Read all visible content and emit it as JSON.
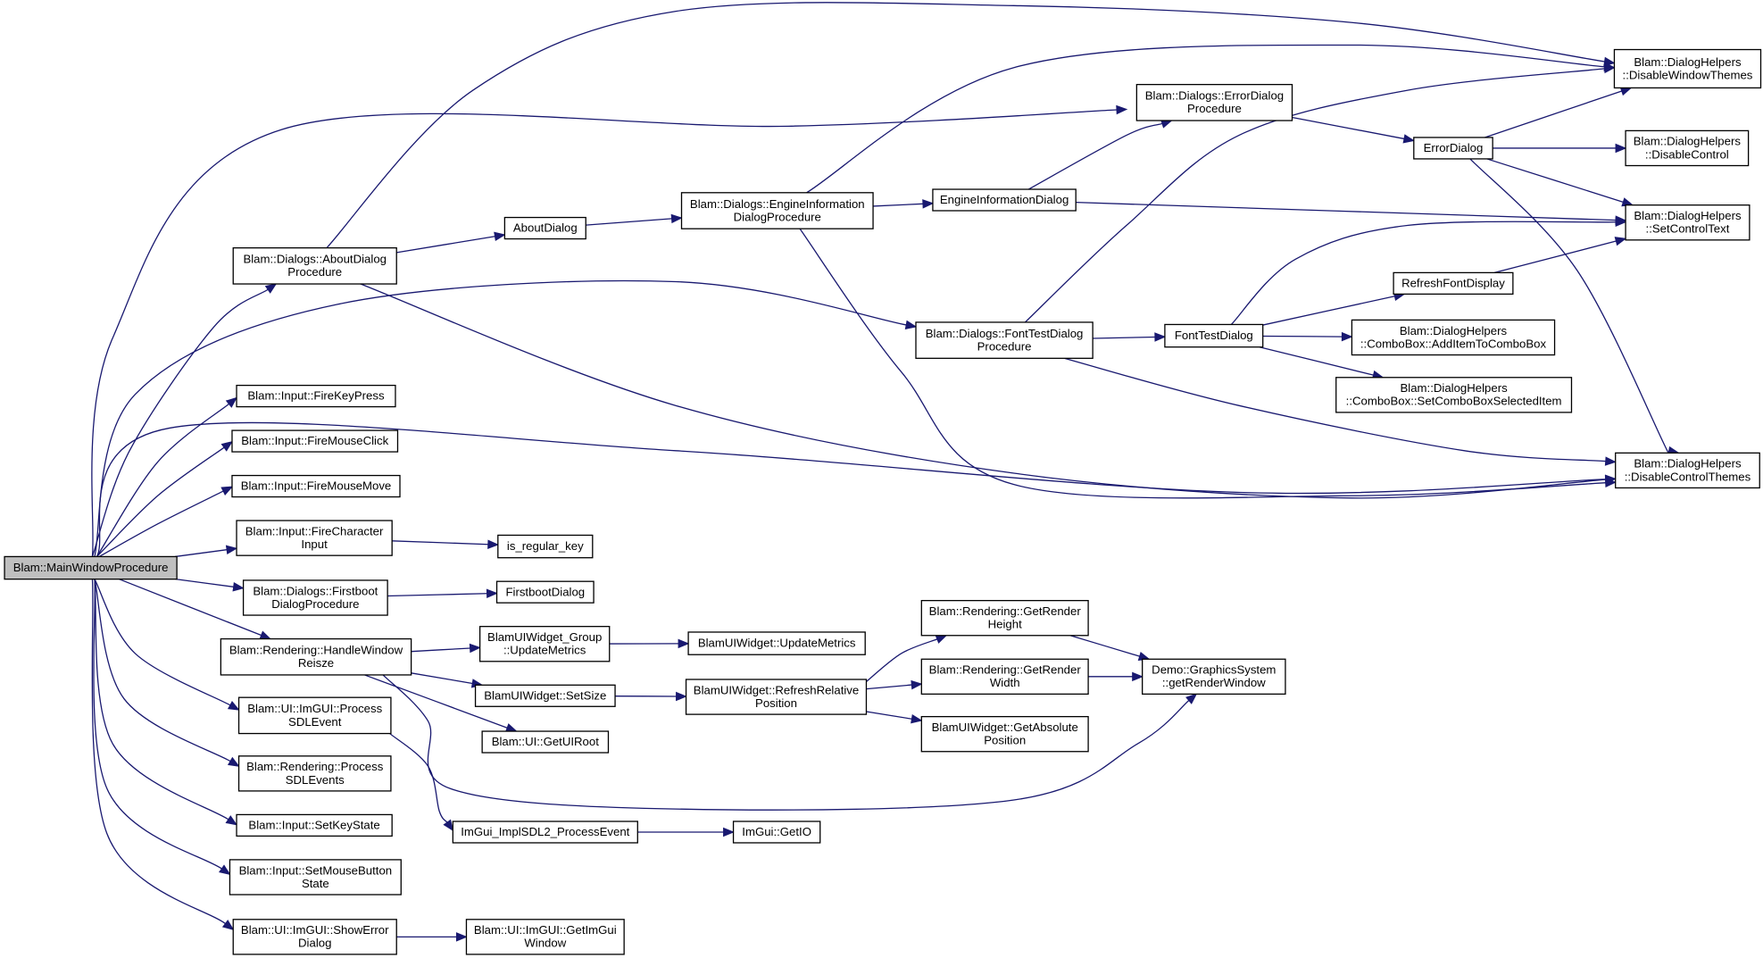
{
  "colors": {
    "edge": "#191970",
    "root_fill": "#bfbfbf",
    "node_fill": "#ffffff",
    "node_border": "#000000"
  },
  "nodes": [
    {
      "id": "main",
      "lines": [
        "Blam::MainWindowProcedure"
      ],
      "root": true
    },
    {
      "id": "about_proc",
      "lines": [
        "Blam::Dialogs::AboutDialog",
        "Procedure"
      ]
    },
    {
      "id": "about_dlg",
      "lines": [
        "AboutDialog"
      ]
    },
    {
      "id": "engine_proc",
      "lines": [
        "Blam::Dialogs::EngineInformation",
        "DialogProcedure"
      ]
    },
    {
      "id": "engine_dlg",
      "lines": [
        "EngineInformationDialog"
      ]
    },
    {
      "id": "error_proc",
      "lines": [
        "Blam::Dialogs::ErrorDialog",
        "Procedure"
      ]
    },
    {
      "id": "error_dlg",
      "lines": [
        "ErrorDialog"
      ]
    },
    {
      "id": "disable_window_themes",
      "lines": [
        "Blam::DialogHelpers",
        "::DisableWindowThemes"
      ]
    },
    {
      "id": "disable_control",
      "lines": [
        "Blam::DialogHelpers",
        "::DisableControl"
      ]
    },
    {
      "id": "set_control_text",
      "lines": [
        "Blam::DialogHelpers",
        "::SetControlText"
      ]
    },
    {
      "id": "fonttest_proc",
      "lines": [
        "Blam::Dialogs::FontTestDialog",
        "Procedure"
      ]
    },
    {
      "id": "fonttest_dlg",
      "lines": [
        "FontTestDialog"
      ]
    },
    {
      "id": "refresh_font",
      "lines": [
        "RefreshFontDisplay"
      ]
    },
    {
      "id": "combo_add",
      "lines": [
        "Blam::DialogHelpers",
        "::ComboBox::AddItemToComboBox"
      ]
    },
    {
      "id": "combo_sel",
      "lines": [
        "Blam::DialogHelpers",
        "::ComboBox::SetComboBoxSelectedItem"
      ]
    },
    {
      "id": "disable_control_themes",
      "lines": [
        "Blam::DialogHelpers",
        "::DisableControlThemes"
      ]
    },
    {
      "id": "fire_key",
      "lines": [
        "Blam::Input::FireKeyPress"
      ]
    },
    {
      "id": "fire_click",
      "lines": [
        "Blam::Input::FireMouseClick"
      ]
    },
    {
      "id": "fire_move",
      "lines": [
        "Blam::Input::FireMouseMove"
      ]
    },
    {
      "id": "fire_char",
      "lines": [
        "Blam::Input::FireCharacter",
        "Input"
      ]
    },
    {
      "id": "is_regular",
      "lines": [
        "is_regular_key"
      ]
    },
    {
      "id": "firstboot_proc",
      "lines": [
        "Blam::Dialogs::Firstboot",
        "DialogProcedure"
      ]
    },
    {
      "id": "firstboot_dlg",
      "lines": [
        "FirstbootDialog"
      ]
    },
    {
      "id": "handle_resize",
      "lines": [
        "Blam::Rendering::HandleWindow",
        "Reisze"
      ]
    },
    {
      "id": "group_update",
      "lines": [
        "BlamUIWidget_Group",
        "::UpdateMetrics"
      ]
    },
    {
      "id": "widget_update",
      "lines": [
        "BlamUIWidget::UpdateMetrics"
      ]
    },
    {
      "id": "widget_setsize",
      "lines": [
        "BlamUIWidget::SetSize"
      ]
    },
    {
      "id": "refresh_rel",
      "lines": [
        "BlamUIWidget::RefreshRelative",
        "Position"
      ]
    },
    {
      "id": "get_height",
      "lines": [
        "Blam::Rendering::GetRender",
        "Height"
      ]
    },
    {
      "id": "get_width",
      "lines": [
        "Blam::Rendering::GetRender",
        "Width"
      ]
    },
    {
      "id": "get_abs",
      "lines": [
        "BlamUIWidget::GetAbsolute",
        "Position"
      ]
    },
    {
      "id": "get_render_window",
      "lines": [
        "Demo::GraphicsSystem",
        "::getRenderWindow"
      ]
    },
    {
      "id": "get_ui_root",
      "lines": [
        "Blam::UI::GetUIRoot"
      ]
    },
    {
      "id": "imgui_process",
      "lines": [
        "Blam::UI::ImGUI::Process",
        "SDLEvent"
      ]
    },
    {
      "id": "render_process",
      "lines": [
        "Blam::Rendering::Process",
        "SDLEvents"
      ]
    },
    {
      "id": "imgui_impl",
      "lines": [
        "ImGui_ImplSDL2_ProcessEvent"
      ]
    },
    {
      "id": "imgui_getio",
      "lines": [
        "ImGui::GetIO"
      ]
    },
    {
      "id": "set_key_state",
      "lines": [
        "Blam::Input::SetKeyState"
      ]
    },
    {
      "id": "set_mouse_state",
      "lines": [
        "Blam::Input::SetMouseButton",
        "State"
      ]
    },
    {
      "id": "show_error",
      "lines": [
        "Blam::UI::ImGUI::ShowError",
        "Dialog"
      ]
    },
    {
      "id": "get_imgui_window",
      "lines": [
        "Blam::UI::ImGUI::GetImGui",
        "Window"
      ]
    }
  ],
  "edges": [
    [
      "main",
      "about_proc"
    ],
    [
      "main",
      "error_proc"
    ],
    [
      "main",
      "fonttest_proc"
    ],
    [
      "main",
      "disable_control_themes"
    ],
    [
      "main",
      "fire_key"
    ],
    [
      "main",
      "fire_click"
    ],
    [
      "main",
      "fire_move"
    ],
    [
      "main",
      "fire_char"
    ],
    [
      "main",
      "firstboot_proc"
    ],
    [
      "main",
      "handle_resize"
    ],
    [
      "main",
      "imgui_process"
    ],
    [
      "main",
      "render_process"
    ],
    [
      "main",
      "set_key_state"
    ],
    [
      "main",
      "set_mouse_state"
    ],
    [
      "main",
      "show_error"
    ],
    [
      "about_proc",
      "about_dlg"
    ],
    [
      "about_proc",
      "disable_window_themes"
    ],
    [
      "about_proc",
      "disable_control_themes"
    ],
    [
      "about_dlg",
      "engine_proc"
    ],
    [
      "engine_proc",
      "engine_dlg"
    ],
    [
      "engine_proc",
      "disable_window_themes"
    ],
    [
      "engine_proc",
      "disable_control_themes"
    ],
    [
      "engine_dlg",
      "error_proc"
    ],
    [
      "engine_dlg",
      "set_control_text"
    ],
    [
      "error_proc",
      "error_dlg"
    ],
    [
      "error_dlg",
      "disable_window_themes"
    ],
    [
      "error_dlg",
      "disable_control"
    ],
    [
      "error_dlg",
      "set_control_text"
    ],
    [
      "error_dlg",
      "disable_control_themes"
    ],
    [
      "fonttest_proc",
      "fonttest_dlg"
    ],
    [
      "fonttest_proc",
      "disable_window_themes"
    ],
    [
      "fonttest_proc",
      "disable_control_themes"
    ],
    [
      "fonttest_dlg",
      "set_control_text"
    ],
    [
      "fonttest_dlg",
      "refresh_font"
    ],
    [
      "fonttest_dlg",
      "combo_add"
    ],
    [
      "fonttest_dlg",
      "combo_sel"
    ],
    [
      "refresh_font",
      "set_control_text"
    ],
    [
      "fire_char",
      "is_regular"
    ],
    [
      "firstboot_proc",
      "firstboot_dlg"
    ],
    [
      "handle_resize",
      "group_update"
    ],
    [
      "handle_resize",
      "widget_setsize"
    ],
    [
      "handle_resize",
      "get_ui_root"
    ],
    [
      "handle_resize",
      "get_render_window"
    ],
    [
      "group_update",
      "widget_update"
    ],
    [
      "widget_setsize",
      "refresh_rel"
    ],
    [
      "refresh_rel",
      "get_height"
    ],
    [
      "refresh_rel",
      "get_width"
    ],
    [
      "refresh_rel",
      "get_abs"
    ],
    [
      "get_height",
      "get_render_window"
    ],
    [
      "get_width",
      "get_render_window"
    ],
    [
      "imgui_process",
      "imgui_impl"
    ],
    [
      "imgui_impl",
      "imgui_getio"
    ],
    [
      "show_error",
      "get_imgui_window"
    ]
  ]
}
